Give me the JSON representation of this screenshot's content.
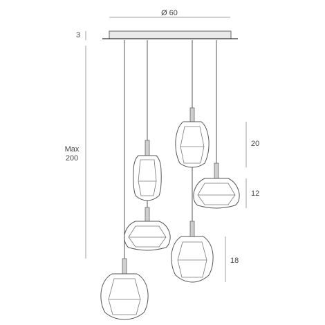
{
  "dimensions": {
    "canopy_diameter": "Ø 60",
    "canopy_height": "3",
    "max_drop_line1": "Max",
    "max_drop_line2": "200",
    "shade_tall_height": "20",
    "shade_wide_height": "12",
    "shade_round_height": "18"
  }
}
